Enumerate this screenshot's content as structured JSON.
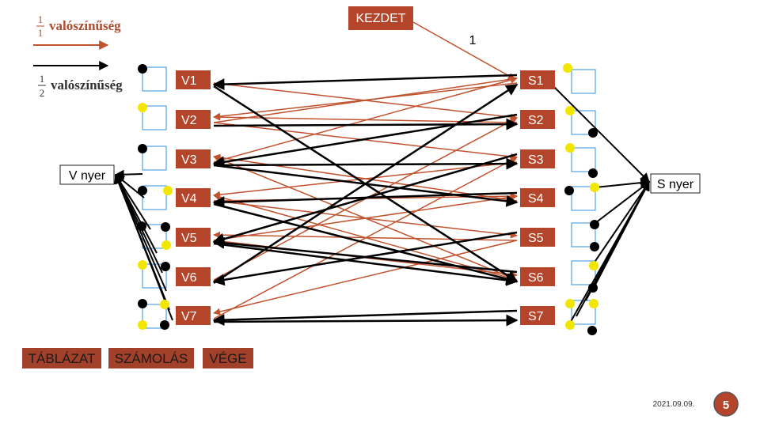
{
  "legend": {
    "item1": {
      "numerator": "1",
      "denominator": "1",
      "word": "valószínűség",
      "color": "#b04a2a"
    },
    "item2": {
      "numerator": "1",
      "denominator": "2",
      "word": "valószínűség",
      "color": "#000000"
    }
  },
  "start": {
    "label": "KEZDET",
    "edge_label": "1"
  },
  "v_nodes": [
    "V1",
    "V2",
    "V3",
    "V4",
    "V5",
    "V6",
    "V7"
  ],
  "s_nodes": [
    "S1",
    "S2",
    "S3",
    "S4",
    "S5",
    "S6",
    "S7"
  ],
  "v_win": "V nyer",
  "s_win": "S nyer",
  "buttons": {
    "table": "TÁBLÁZAT",
    "calc": "SZÁMOLÁS",
    "end": "VÉGE"
  },
  "footer": {
    "date": "2021.09.09.",
    "page": "5"
  },
  "colors": {
    "node_fill": "#b5452a",
    "button_fill": "#a3402a",
    "orange_arrow": "#c0522e",
    "black_arrow": "#000000",
    "yellow_dot": "#f2e600",
    "blue_frame": "#2f8fd8"
  },
  "edges": {
    "orange_v_to_s": [
      [
        1,
        2
      ],
      [
        2,
        1
      ],
      [
        2,
        3
      ],
      [
        3,
        1
      ],
      [
        4,
        4
      ],
      [
        4,
        5
      ],
      [
        5,
        4
      ],
      [
        5,
        6
      ],
      [
        6,
        2
      ],
      [
        7,
        3
      ]
    ],
    "orange_s_to_v": [
      [
        1,
        2
      ],
      [
        2,
        2
      ],
      [
        3,
        4
      ],
      [
        4,
        3
      ],
      [
        5,
        5
      ],
      [
        5,
        7
      ],
      [
        6,
        3
      ],
      [
        6,
        4
      ]
    ],
    "black_v_to_s": [
      [
        1,
        6
      ],
      [
        2,
        2
      ],
      [
        3,
        3
      ],
      [
        3,
        4
      ],
      [
        4,
        6
      ],
      [
        5,
        6
      ],
      [
        6,
        1
      ],
      [
        7,
        7
      ]
    ],
    "black_s_to_v": [
      [
        1,
        1
      ],
      [
        2,
        3
      ],
      [
        3,
        5
      ],
      [
        4,
        4
      ],
      [
        5,
        6
      ],
      [
        6,
        5
      ],
      [
        7,
        7
      ]
    ]
  }
}
